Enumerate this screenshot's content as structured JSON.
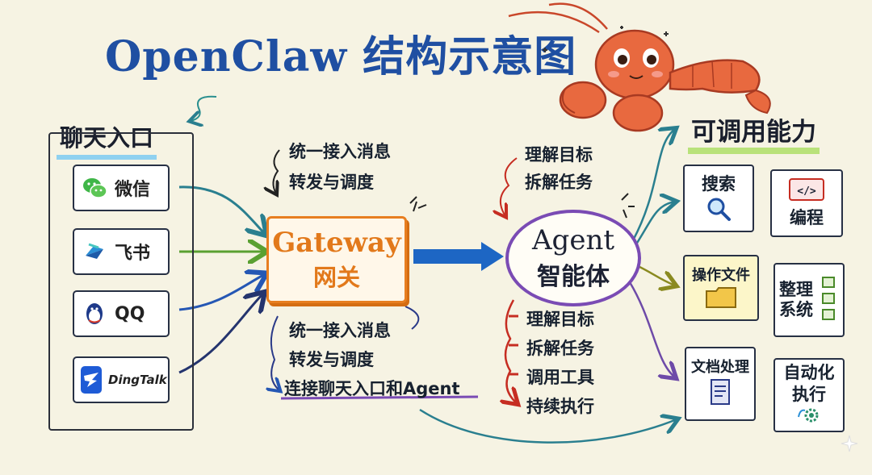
{
  "title": "OpenClaw 结构示意图",
  "chat_entry": {
    "title": "聊天入口",
    "channels": [
      {
        "label": "微信",
        "icon": "wechat-icon"
      },
      {
        "label": "飞书",
        "icon": "feishu-icon"
      },
      {
        "label": "QQ",
        "icon": "qq-icon"
      },
      {
        "label": "DingTalk",
        "icon": "dingtalk-icon"
      }
    ]
  },
  "gateway": {
    "name_en": "Gateway",
    "name_zh": "网关",
    "notes_top": [
      "统一接入消息",
      "转发与调度"
    ],
    "notes_bottom": [
      "统一接入消息",
      "转发与调度",
      "连接聊天入口和Agent"
    ]
  },
  "agent": {
    "name_en": "Agent",
    "name_zh": "智能体",
    "notes_top": [
      "理解目标",
      "拆解任务"
    ],
    "notes_bottom": [
      "理解目标",
      "拆解任务",
      "调用工具",
      "持续执行"
    ]
  },
  "capabilities": {
    "title": "可调用能力",
    "items": [
      {
        "label": "搜索",
        "icon": "magnifier-icon"
      },
      {
        "label": "编程",
        "icon": "code-icon"
      },
      {
        "label": "操作文件",
        "icon": "folder-icon"
      },
      {
        "label": "整理系统",
        "icon": "organize-icon"
      },
      {
        "label": "文档处理",
        "icon": "document-icon"
      },
      {
        "label": "自动化执行",
        "icon": "gear-icon"
      }
    ]
  },
  "colors": {
    "title": "#1f4fa2",
    "gateway": "#e2791b",
    "agent_border": "#7a4bb4",
    "arrow_main": "#1d66c4",
    "lobster": "#e0623b"
  }
}
